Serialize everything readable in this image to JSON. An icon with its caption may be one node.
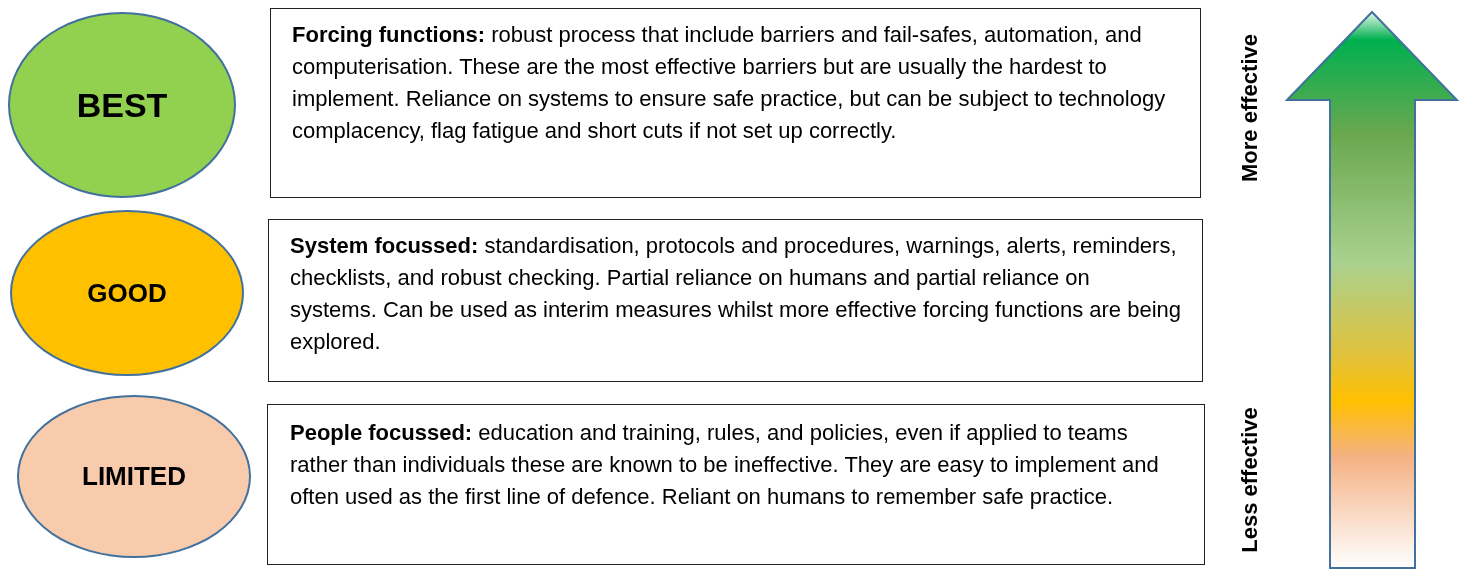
{
  "diagram": {
    "nodes": [
      {
        "text": [
          "BEST"
        ]
      },
      {
        "text": [
          "**Forcing functions:** robust process that include barriers and fail-safes, automation, and computerisation. These are the most effective barriers but are usually the hardest to implement. Reliance on systems to ensure safe practice, but can be subject to technology complacency, flag fatigue and short cuts if not set up correctly."
        ]
      },
      {
        "text": [
          "GOOD"
        ]
      },
      {
        "text": [
          "**System focussed:** standardisation, protocols and procedures, warnings, alerts, reminders, checklists, and robust checking. Partial reliance on humans and partial reliance on systems. Can be used as interim measures whilst more effective forcing functions are being explored."
        ]
      },
      {
        "text": [
          "LIMITED"
        ]
      },
      {
        "text": [
          "**People focussed:** education and training, rules, and policies, even if applied to teams rather than individuals these are known to be ineffective. They are easy to implement and often used as the first line of defence. Reliant on humans to remember safe practice."
        ]
      }
    ],
    "labels": [
      "More effective",
      "Less effective"
    ]
  }
}
